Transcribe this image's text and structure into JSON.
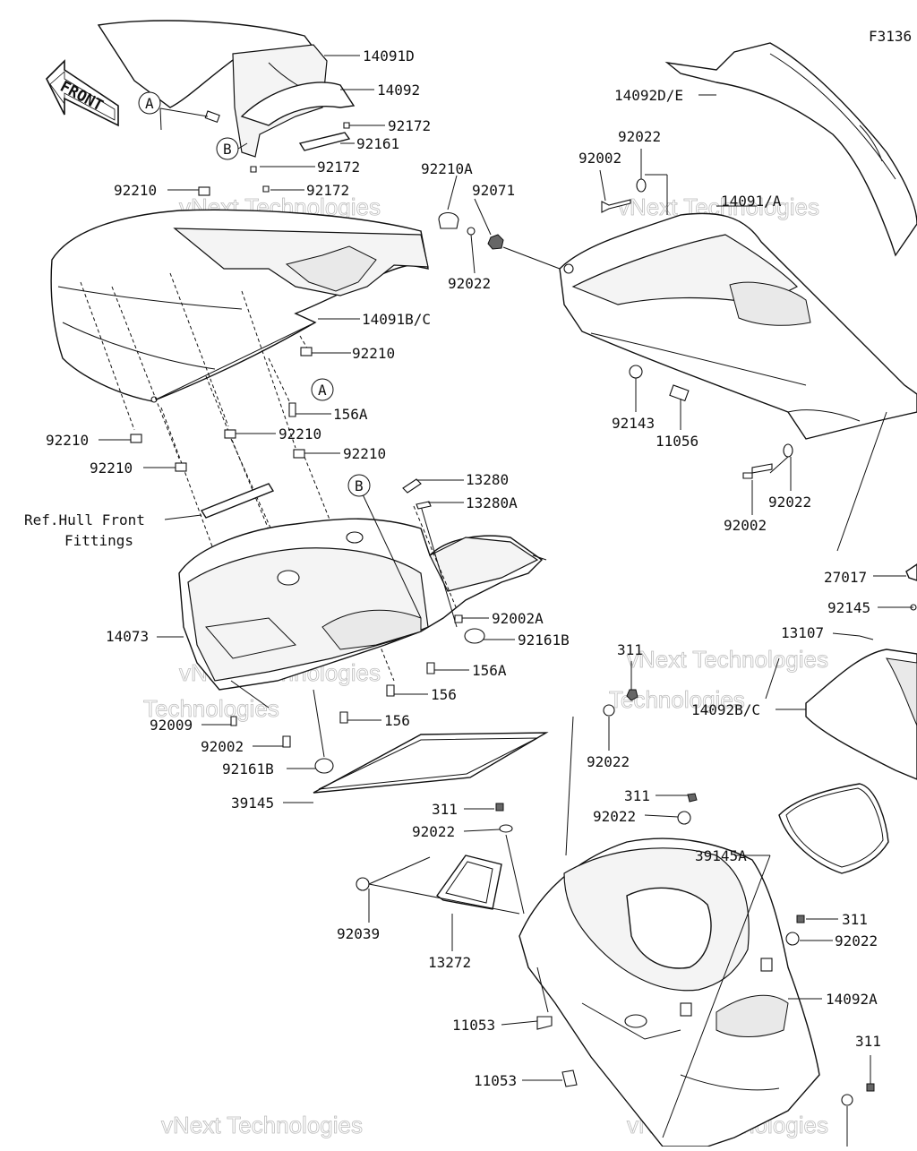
{
  "figure_code": "F3136",
  "front_label": "FRONT",
  "ref_note": [
    "Ref.Hull Front",
    "Fittings"
  ],
  "watermark": {
    "line1": "vNext Technologies",
    "line2": "Technologies"
  },
  "callouts": [
    "A",
    "B"
  ],
  "parts": [
    "14091D",
    "14092",
    "92172",
    "92161",
    "92172",
    "92172",
    "92210",
    "92210A",
    "92071",
    "92022",
    "92002",
    "92022",
    "14092D/E",
    "14091/A",
    "14091B/C",
    "92210",
    "156A",
    "92210",
    "92210",
    "92210",
    "92210",
    "92143",
    "11056",
    "92002",
    "92022",
    "13280",
    "13280A",
    "27017",
    "92145",
    "13107",
    "14073",
    "92002A",
    "92161B",
    "156A",
    "156",
    "156",
    "92009",
    "92002",
    "92161B",
    "39145",
    "311",
    "92022",
    "14092B/C",
    "311",
    "92022",
    "311",
    "92022",
    "39145A",
    "92039",
    "13272",
    "311",
    "92022",
    "14092A",
    "11053",
    "11053",
    "311"
  ]
}
